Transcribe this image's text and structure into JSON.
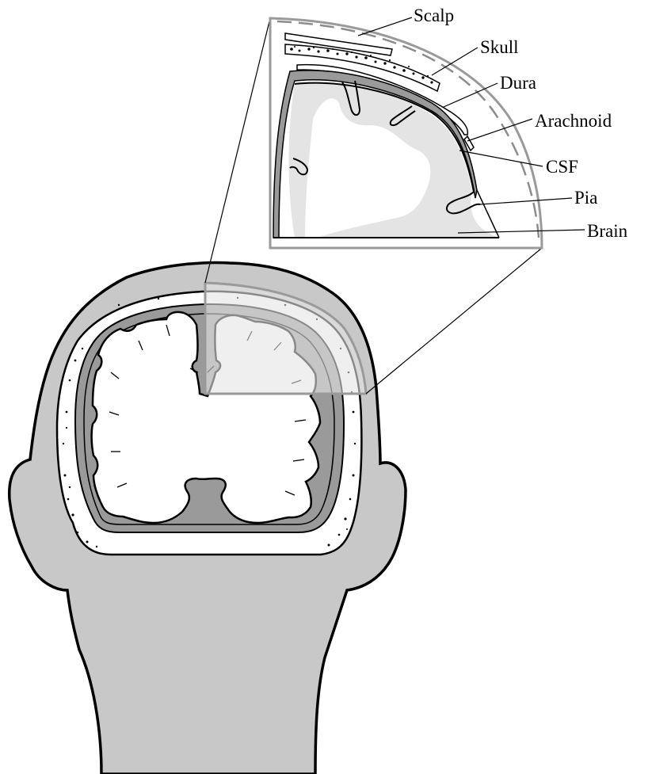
{
  "labels": {
    "scalp": "Scalp",
    "skull": "Skull",
    "dura": "Dura",
    "arachnoid": "Arachnoid",
    "csf": "CSF",
    "pia": "Pia",
    "brain": "Brain"
  },
  "colors": {
    "scalp_fill": "#c8c8c8",
    "csf_fill": "#9a9a9a",
    "brain_highlight": "#e4e4e4",
    "outline": "#000000",
    "inset_frame": "#9a9a9a",
    "background": "#ffffff"
  }
}
